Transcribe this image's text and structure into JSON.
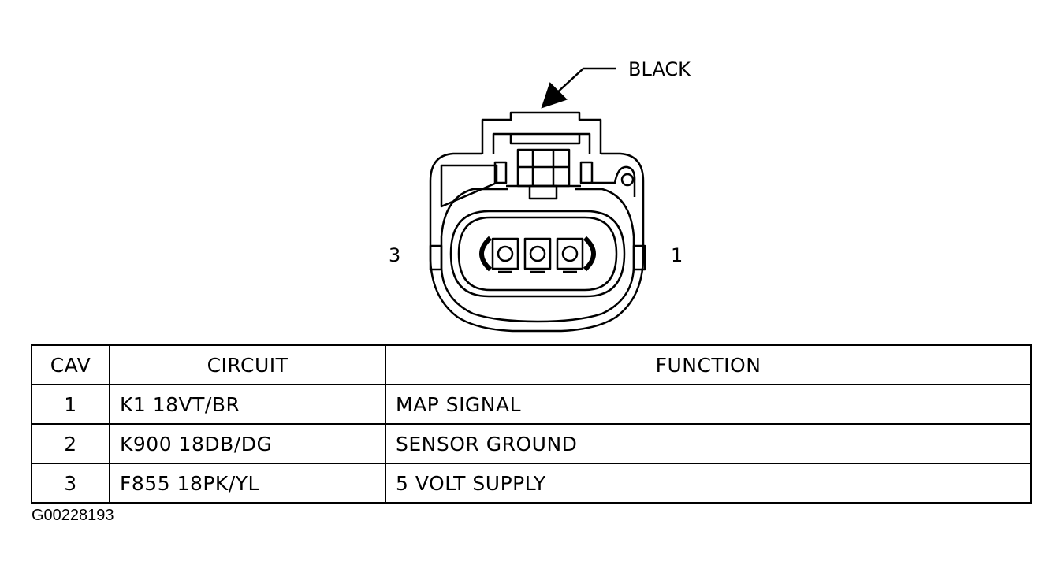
{
  "connector": {
    "color_label": "BLACK",
    "left_cavity_label": "3",
    "right_cavity_label": "1"
  },
  "table": {
    "headers": [
      "CAV",
      "CIRCUIT",
      "FUNCTION"
    ],
    "rows": [
      {
        "cav": "1",
        "circuit": "K1 18VT/BR",
        "function": "MAP SIGNAL"
      },
      {
        "cav": "2",
        "circuit": "K900 18DB/DG",
        "function": "SENSOR GROUND"
      },
      {
        "cav": "3",
        "circuit": "F855 18PK/YL",
        "function": "5 VOLT SUPPLY"
      }
    ]
  },
  "figure_id": "G00228193"
}
